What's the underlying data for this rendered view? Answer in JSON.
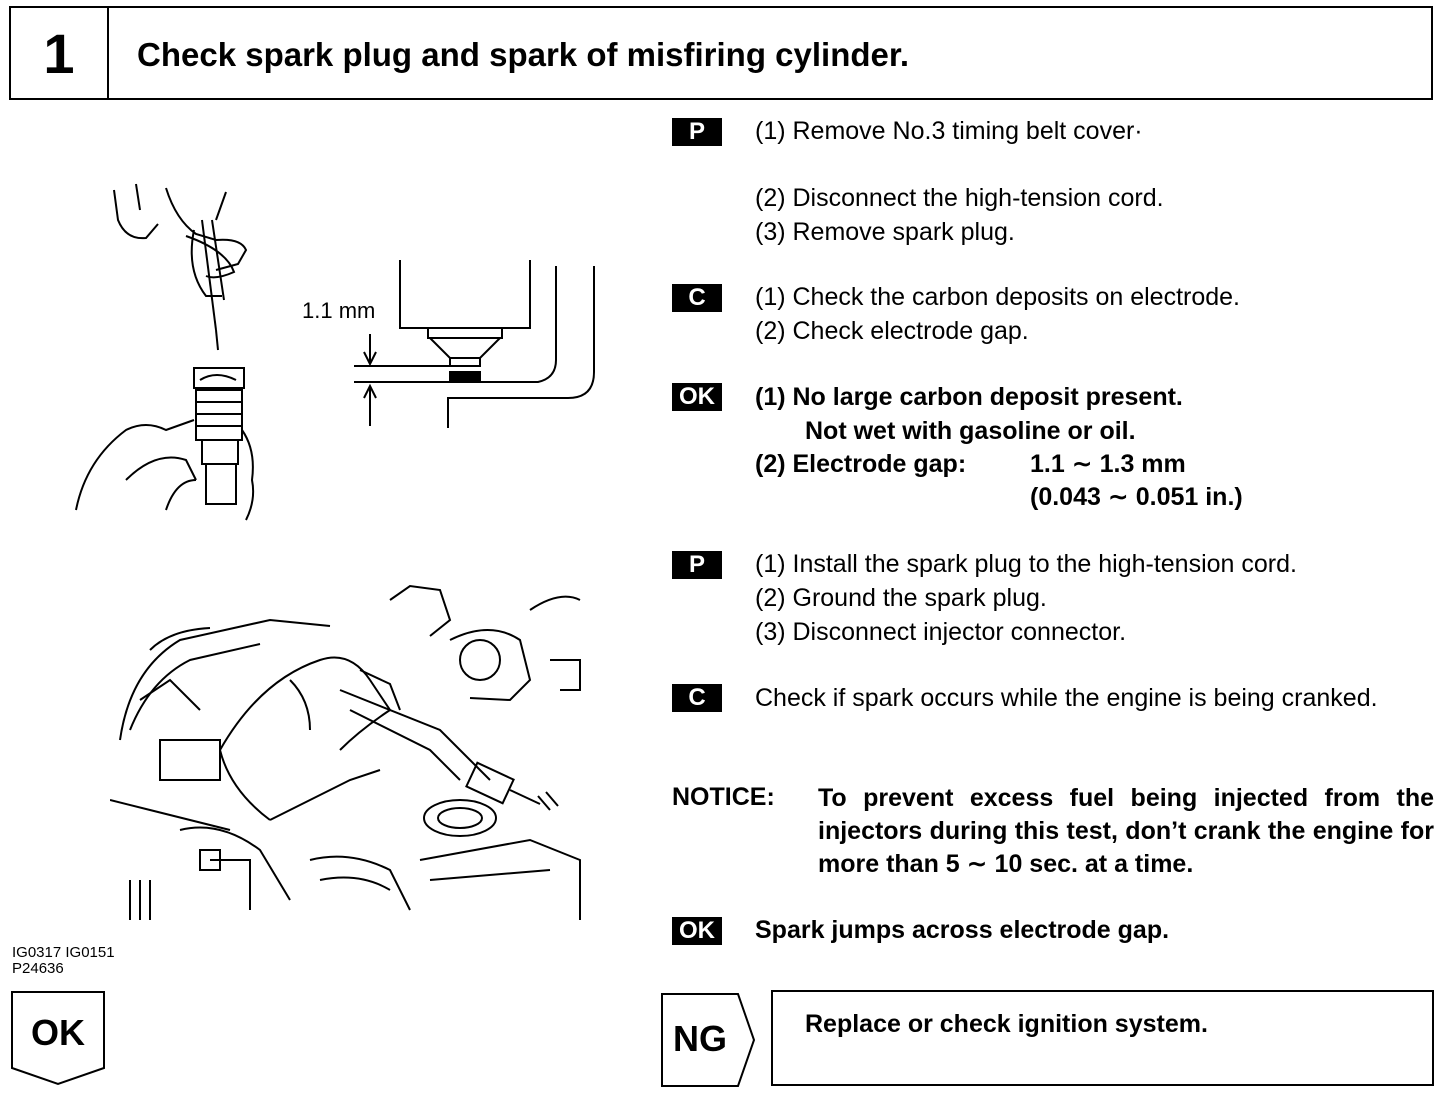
{
  "header": {
    "step_number": "1",
    "title": "Check spark plug and spark of misfiring cylinder."
  },
  "figure_gap": {
    "dimension_label": "1.1 mm"
  },
  "figure_refs": {
    "line1": "IG0317 IG0151",
    "line2": "P24636"
  },
  "sections": [
    {
      "badge": "P",
      "lines": [
        "(1) Remove No.3 timing belt cover·",
        "(2) Disconnect the high-tension cord.",
        "(3) Remove spark plug."
      ]
    },
    {
      "badge": "C",
      "lines": [
        "(1) Check the carbon deposits on electrode.",
        "(2) Check electrode gap."
      ]
    },
    {
      "badge": "OK",
      "lines": [
        "(1) No large carbon deposit present.",
        "Not wet with gasoline or oil.",
        "(2) Electrode gap:",
        "1.1 ∼ 1.3 mm",
        "(0.043 ∼ 0.051 in.)"
      ]
    },
    {
      "badge": "P",
      "lines": [
        "(1) Install the spark plug to the high-tension cord.",
        "(2) Ground the spark plug.",
        "(3) Disconnect injector connector."
      ]
    },
    {
      "badge": "C",
      "text": "Check if spark occurs while the engine is being cranked."
    }
  ],
  "notice": {
    "label": "NOTICE:",
    "text": "To prevent excess fuel being injected from the injectors during this test, don’t crank the engine for more than 5 ∼ 10 sec. at a time."
  },
  "final_ok": {
    "badge": "OK",
    "text": "Spark jumps across electrode gap."
  },
  "results": {
    "ok_label": "OK",
    "ng_label": "NG",
    "ng_action": "Replace or check ignition system."
  }
}
